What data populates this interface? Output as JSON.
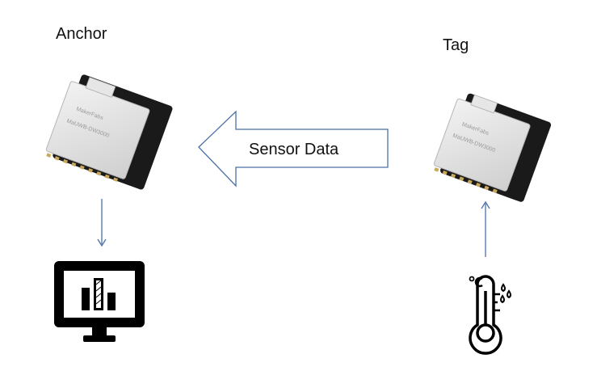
{
  "nodes": {
    "anchor": {
      "label": "Anchor",
      "chip_brand": "MakerFabs",
      "chip_model": "MaUWB-DW3000"
    },
    "tag": {
      "label": "Tag",
      "chip_brand": "MakerFabs",
      "chip_model": "MaUWB-DW3000"
    }
  },
  "flow": {
    "label": "Sensor Data"
  },
  "icons": {
    "monitor": "monitor-bar-chart-icon",
    "thermometer": "thermometer-humidity-icon"
  },
  "colors": {
    "arrow": "#4a6fa8",
    "icon": "#000000",
    "chip_shield": "#d9d9d9",
    "chip_pcb": "#1a1a1a"
  }
}
